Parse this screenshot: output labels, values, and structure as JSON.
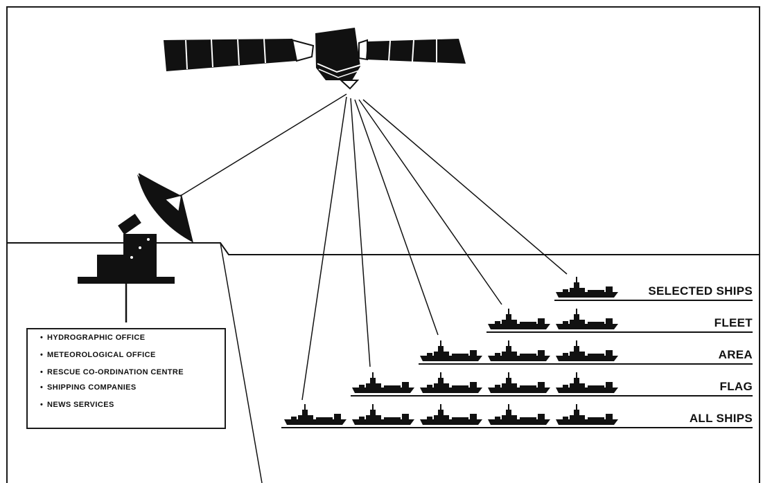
{
  "shore_info": {
    "items": [
      "HYDROGRAPHIC OFFICE",
      "METEOROLOGICAL OFFICE",
      "RESCUE CO-ORDINATION CENTRE",
      "SHIPPING COMPANIES",
      "NEWS SERVICES"
    ]
  },
  "groups": [
    {
      "label": "SELECTED SHIPS",
      "ships": 1
    },
    {
      "label": "FLEET",
      "ships": 2
    },
    {
      "label": "AREA",
      "ships": 3
    },
    {
      "label": "FLAG",
      "ships": 4
    },
    {
      "label": "ALL SHIPS",
      "ships": 5
    }
  ],
  "icons": {
    "satellite": "satellite-icon",
    "dish": "satellite-dish-icon",
    "ship": "ship-icon"
  },
  "colors": {
    "ink": "#111111",
    "background": "#ffffff"
  }
}
